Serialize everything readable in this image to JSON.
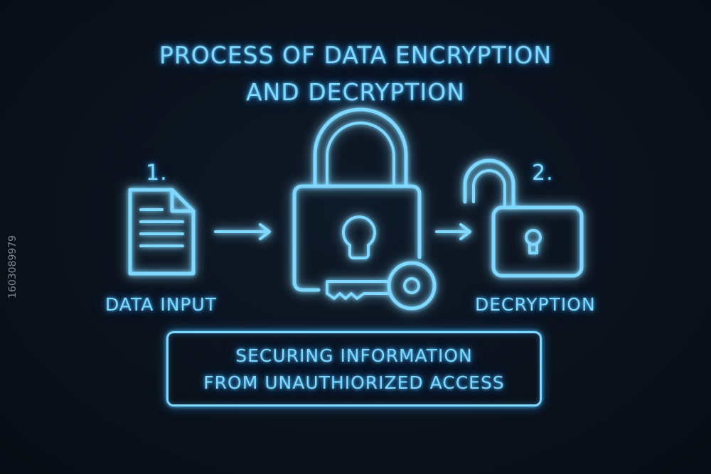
{
  "title": {
    "line1": "PROCESS OF DATA ENCRYPTION",
    "line2": "AND DECRYPTION"
  },
  "steps": [
    {
      "number": "1.",
      "label": "DATA INPUT",
      "icon": "document-icon"
    },
    {
      "number": "2.",
      "label": "DECRYPTION",
      "icon": "unlocked-padlock-icon"
    }
  ],
  "center": {
    "icon": "locked-padlock-with-key-icon"
  },
  "tagline": {
    "line1": "SECURING INFORMATION",
    "line2": "FROM UNAUTHIORIZED ACCESS"
  },
  "stock_id": "1603089979",
  "colors": {
    "background": "#0c1420",
    "neon": "#7fd8ff",
    "glow": "#2f9bff"
  }
}
